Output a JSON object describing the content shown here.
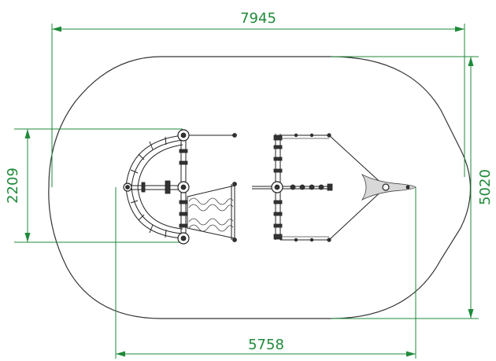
{
  "dimensions": {
    "overall_width": "7945",
    "overall_height": "5020",
    "frame_width": "2209",
    "inner_length": "5758"
  },
  "colors": {
    "dimension": "#1f8a3a",
    "outline": "#333333",
    "background": "#ffffff"
  }
}
